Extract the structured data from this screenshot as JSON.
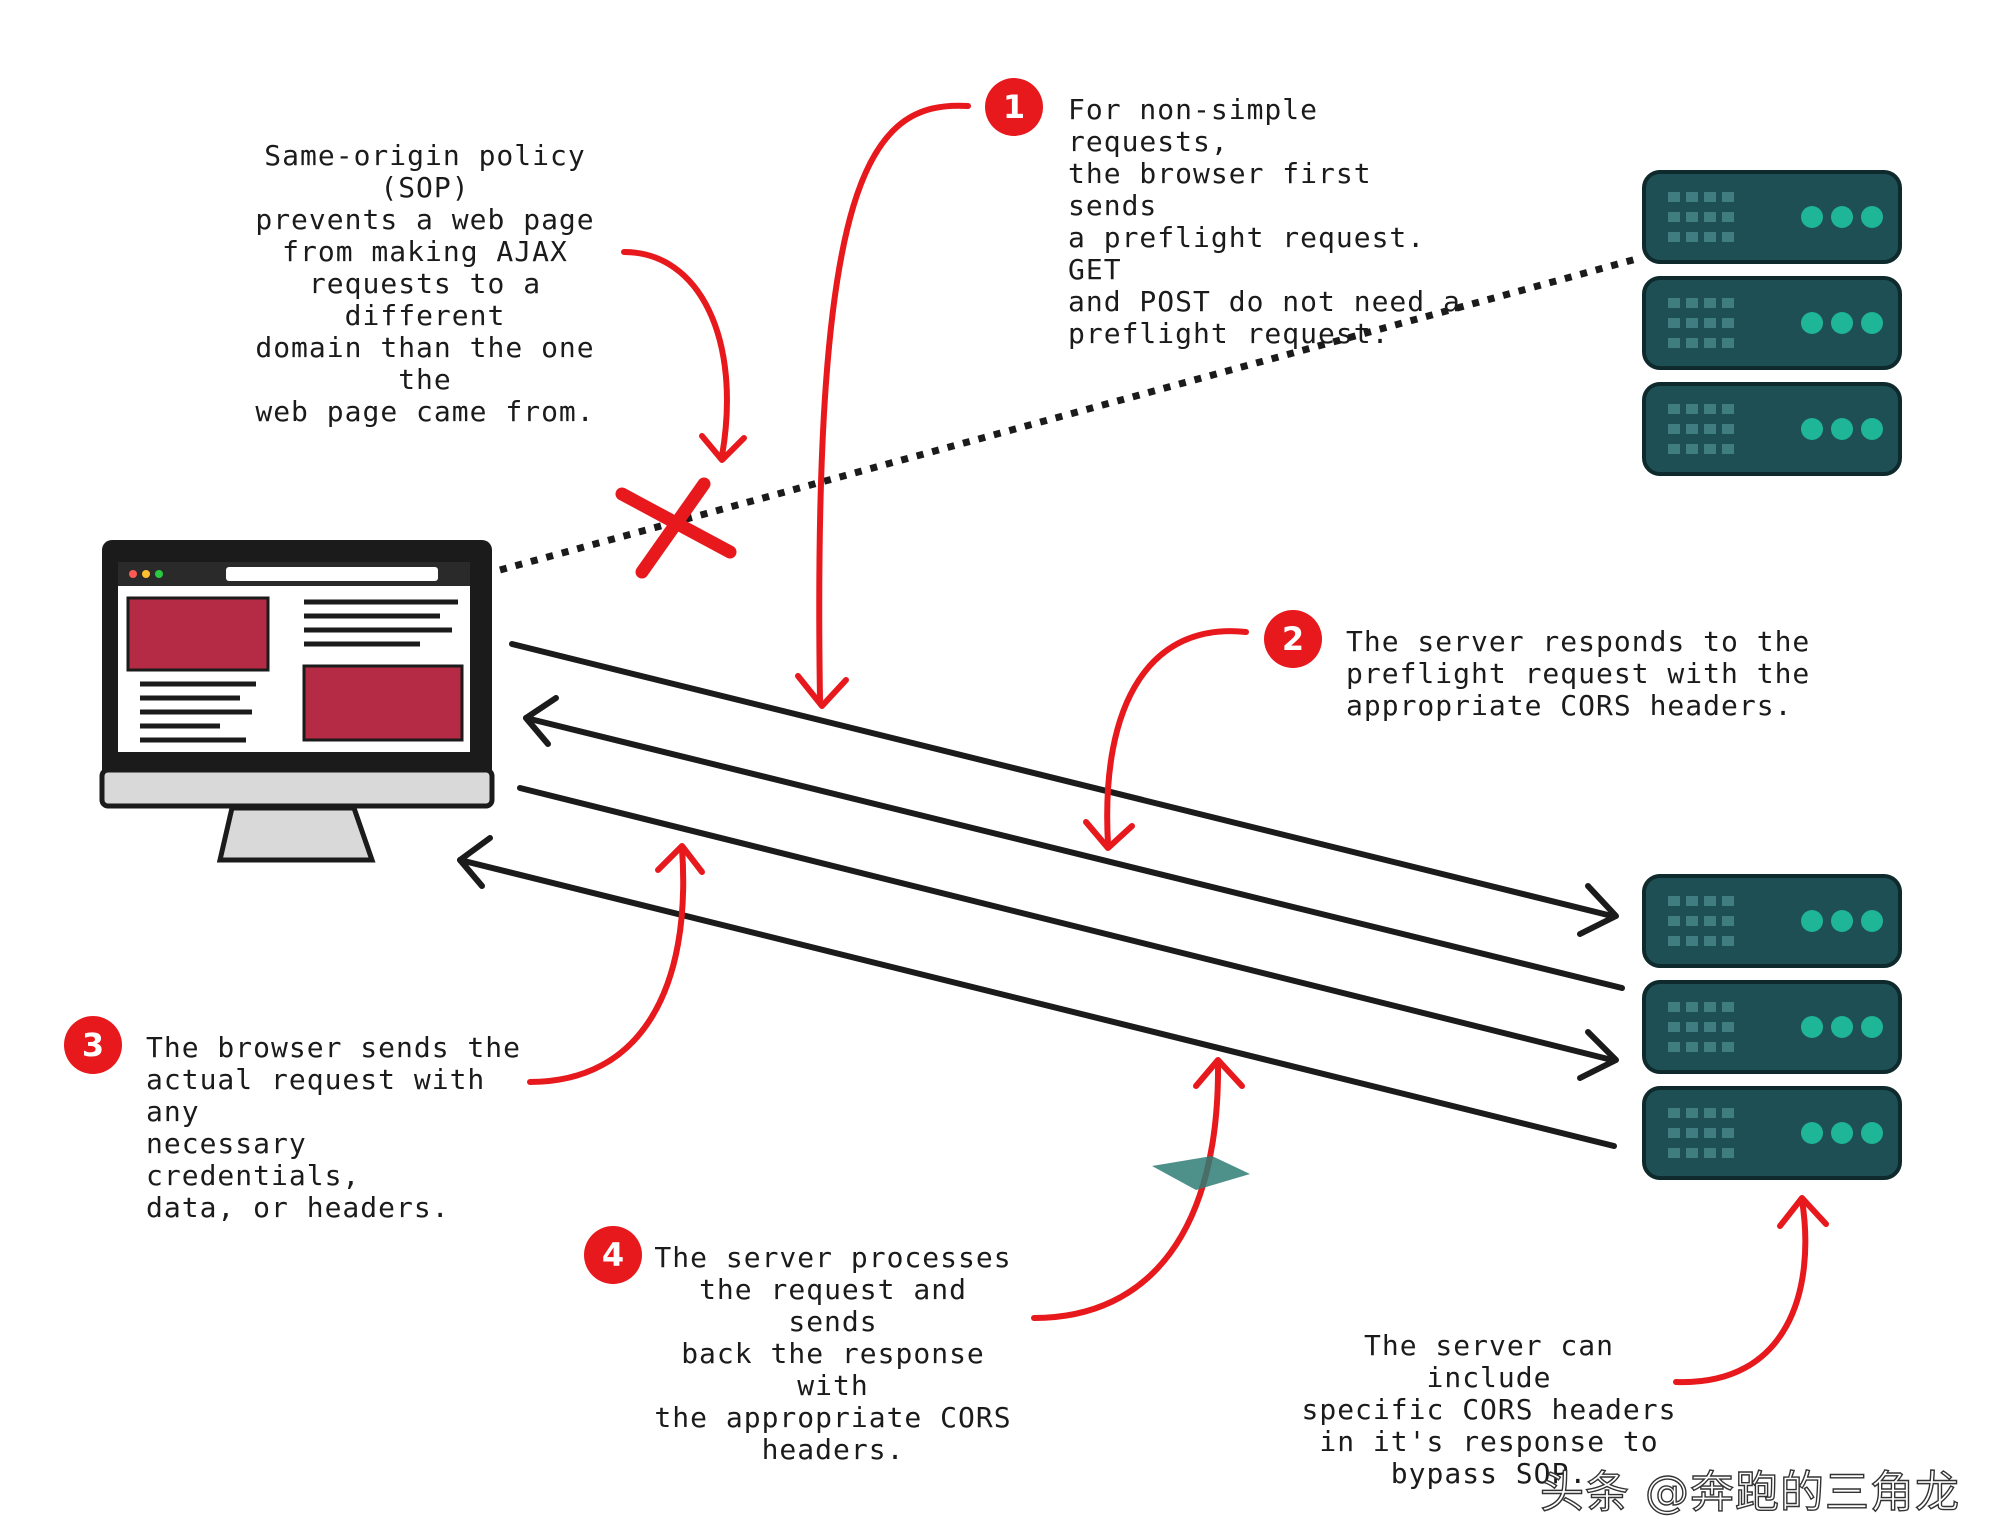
{
  "notes": {
    "sop": "Same-origin policy (SOP)\nprevents a web page\nfrom making AJAX\nrequests to a different\ndomain than the one the\nweb page came from.",
    "step1": "For non-simple requests,\nthe browser first sends\na preflight request. GET\nand POST do not need a\npreflight request.",
    "step2": "The server responds to the\npreflight request with the\nappropriate CORS headers.",
    "step3": "The browser sends the\nactual request with any\nnecessary credentials,\ndata, or headers.",
    "step4": "The server processes\nthe request and sends\nback the response with\nthe appropriate CORS\nheaders.",
    "server_note": "The server can include\nspecific CORS headers\nin it's response to\nbypass SOP."
  },
  "badges": {
    "step1": "1",
    "step2": "2",
    "step3": "3",
    "step4": "4"
  },
  "watermark": "头条 @奔跑的三角龙",
  "colors": {
    "accent_red": "#e8191d",
    "server_teal": "#1e4f55",
    "server_led": "#1fb597",
    "ink": "#1b1b1b",
    "content_block": "#b52b45"
  },
  "icons": [
    "monitor-icon",
    "server-stack-icon",
    "blocked-x-icon"
  ]
}
